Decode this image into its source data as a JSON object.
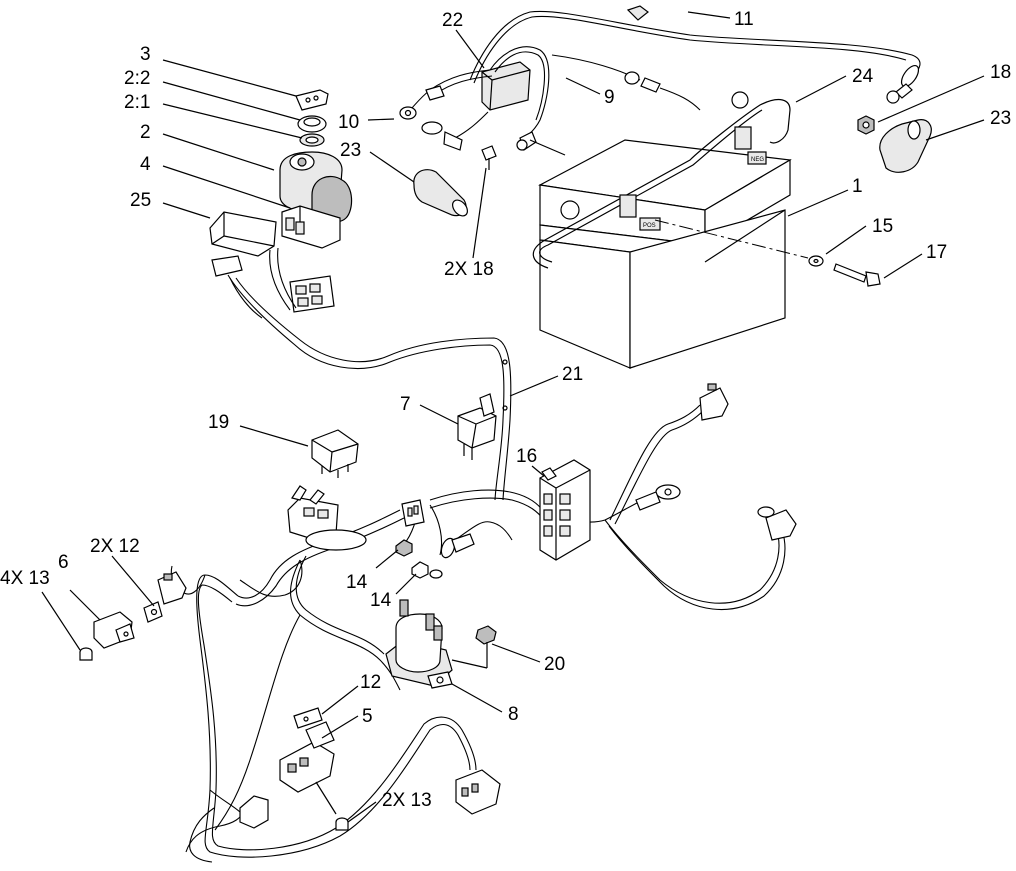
{
  "callouts": [
    {
      "id": "c-3",
      "text": "3"
    },
    {
      "id": "c-2-2",
      "text": "2:2"
    },
    {
      "id": "c-2-1",
      "text": "2:1"
    },
    {
      "id": "c-2",
      "text": "2"
    },
    {
      "id": "c-4",
      "text": "4"
    },
    {
      "id": "c-25",
      "text": "25"
    },
    {
      "id": "c-22",
      "text": "22"
    },
    {
      "id": "c-11",
      "text": "11"
    },
    {
      "id": "c-9",
      "text": "9"
    },
    {
      "id": "c-10",
      "text": "10"
    },
    {
      "id": "c-23a",
      "text": "23"
    },
    {
      "id": "c-2x18",
      "text": "2X 18"
    },
    {
      "id": "c-24",
      "text": "24"
    },
    {
      "id": "c-18",
      "text": "18"
    },
    {
      "id": "c-23b",
      "text": "23"
    },
    {
      "id": "c-1",
      "text": "1"
    },
    {
      "id": "c-15",
      "text": "15"
    },
    {
      "id": "c-17",
      "text": "17"
    },
    {
      "id": "c-21",
      "text": "21"
    },
    {
      "id": "c-7",
      "text": "7"
    },
    {
      "id": "c-19",
      "text": "19"
    },
    {
      "id": "c-16",
      "text": "16"
    },
    {
      "id": "c-2x12a",
      "text": "2X 12"
    },
    {
      "id": "c-6",
      "text": "6"
    },
    {
      "id": "c-4x13",
      "text": "4X 13"
    },
    {
      "id": "c-14a",
      "text": "14"
    },
    {
      "id": "c-14b",
      "text": "14"
    },
    {
      "id": "c-20",
      "text": "20"
    },
    {
      "id": "c-8",
      "text": "8"
    },
    {
      "id": "c-12",
      "text": "12"
    },
    {
      "id": "c-5",
      "text": "5"
    },
    {
      "id": "c-2x13",
      "text": "2X 13"
    }
  ],
  "battery_labels": {
    "neg": "NEG",
    "pos": "POS"
  }
}
